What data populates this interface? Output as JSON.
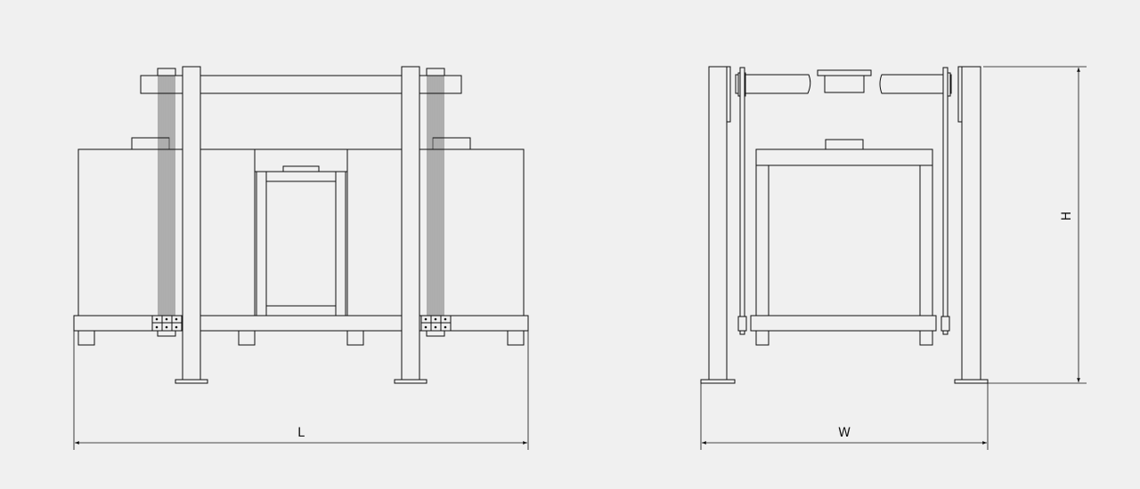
{
  "dimensions": {
    "length_label": "L",
    "width_label": "W",
    "height_label": "H"
  },
  "colors": {
    "background": "#f0f0f0",
    "line": "#111111"
  }
}
